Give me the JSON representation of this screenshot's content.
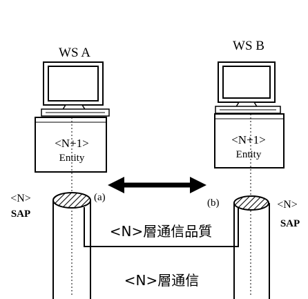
{
  "ws_a": {
    "title": "WS A",
    "entity_line1": "<N+1>",
    "entity_line2": "Entity",
    "port_label": "(a)",
    "sap_line1": "<N>",
    "sap_line2": "SAP"
  },
  "ws_b": {
    "title": "WS B",
    "entity_line1": "<N+1>",
    "entity_line2": "Entity",
    "port_label": "(b)",
    "sap_line1": "<N>",
    "sap_line2": "SAP"
  },
  "quality_label": "<N>層通信品質",
  "comm_label": "<N>層通信"
}
